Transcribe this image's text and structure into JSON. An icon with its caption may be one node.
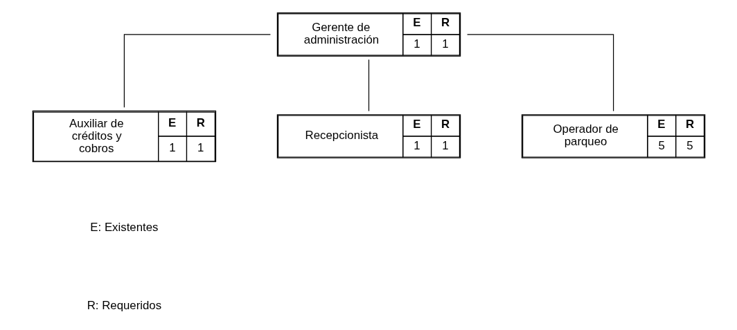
{
  "diagram": {
    "nodes": [
      {
        "text": [
          "Gerente de administración",
          "E",
          "R",
          "1",
          "1"
        ]
      },
      {
        "text": [
          "Auxiliar de créditos y cobros",
          "E",
          "R",
          "1",
          "1"
        ]
      },
      {
        "text": [
          "Recepcionista",
          "E",
          "R",
          "1",
          "1"
        ]
      },
      {
        "text": [
          "Operador de parqueo",
          "E",
          "R",
          "5",
          "5"
        ]
      }
    ],
    "edges": [
      {
        "from": 0,
        "to": 1,
        "arrow": "none"
      },
      {
        "from": 0,
        "to": 2,
        "arrow": "none"
      },
      {
        "from": 0,
        "to": 3,
        "arrow": "none"
      }
    ],
    "labels": [
      "E: Existentes",
      "R: Requeridos"
    ]
  }
}
